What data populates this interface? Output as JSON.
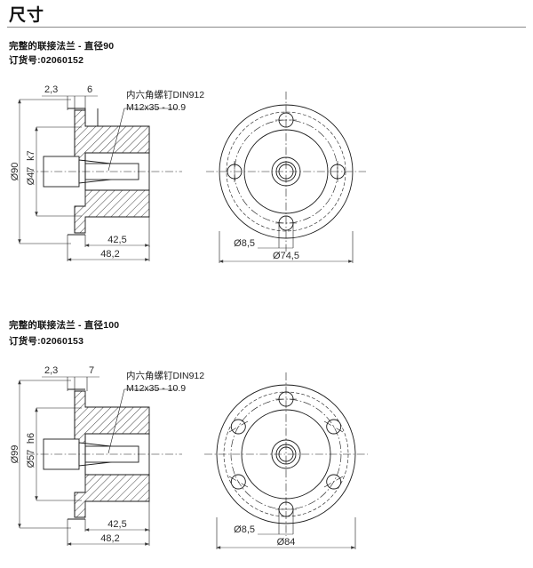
{
  "page": {
    "title": "尺寸"
  },
  "blocks": [
    {
      "heading": "完整的联接法兰 - 直径90",
      "order_label": "订货号:02060152",
      "section_view": {
        "dim_top_left": "2,3",
        "dim_top_right": "6",
        "dim_outer_diameter": "Ø90",
        "dim_bore_diameter": "Ø47",
        "dim_bore_tolerance": "k7",
        "dim_inner_length": "42,5",
        "dim_overall_length": "48,2",
        "note_line1": "内六角螺钉DIN912",
        "note_line2": "M12x35 - 10.9"
      },
      "front_view": {
        "dim_hole_diameter": "Ø8,5",
        "dim_bolt_circle": "Ø74,5",
        "hole_count": 4,
        "hole_angles": [
          0,
          90,
          180,
          270
        ]
      }
    },
    {
      "heading": "完整的联接法兰 - 直径100",
      "order_label": "订货号:02060153",
      "section_view": {
        "dim_top_left": "2,3",
        "dim_top_right": "7",
        "dim_outer_diameter": "Ø99",
        "dim_bore_diameter": "Ø57",
        "dim_bore_tolerance": "h6",
        "dim_inner_length": "42,5",
        "dim_overall_length": "48,2",
        "note_line1": "内六角螺钉DIN912",
        "note_line2": "M12x35 - 10.9"
      },
      "front_view": {
        "dim_hole_diameter": "Ø8,5",
        "dim_bolt_circle": "Ø84",
        "hole_count": 6,
        "hole_angles": [
          0,
          60,
          120,
          180,
          240,
          300
        ]
      }
    }
  ],
  "colors": {
    "line": "#1a1a1a",
    "dimension_text": "#2b2b2b",
    "rule": "#8a8a8a",
    "text": "#111111"
  }
}
